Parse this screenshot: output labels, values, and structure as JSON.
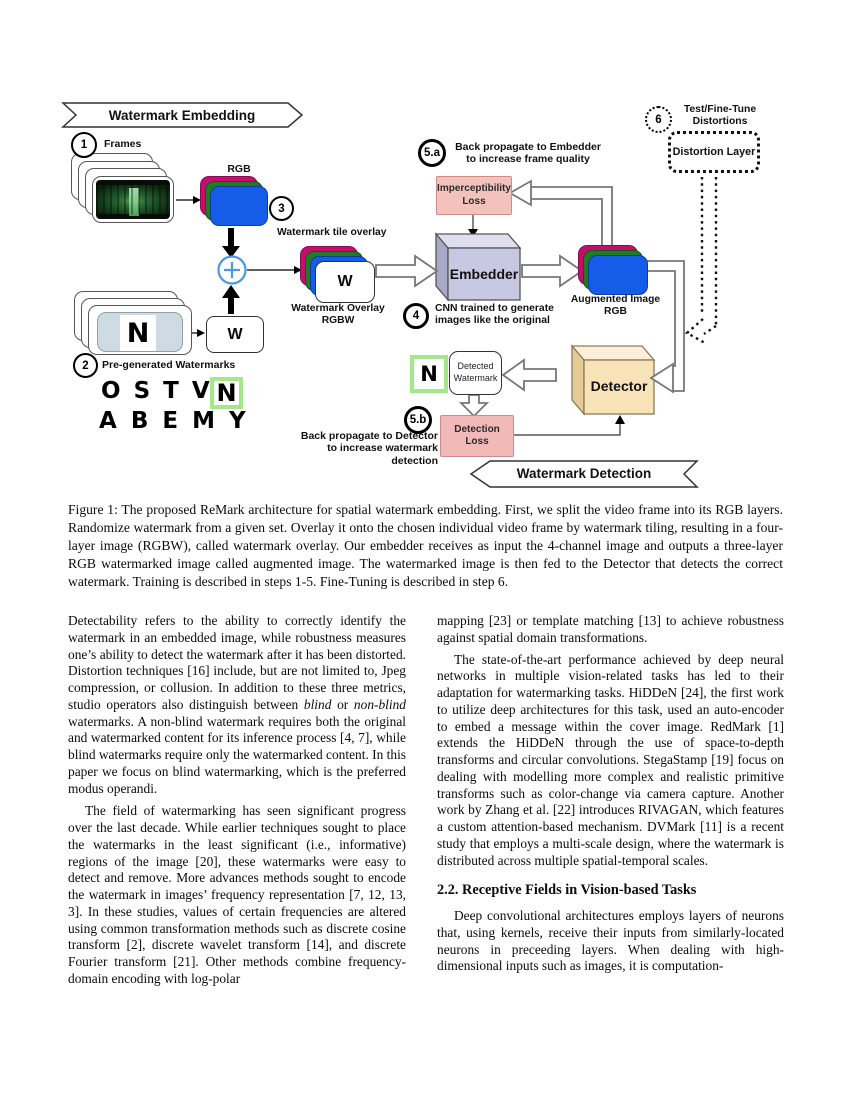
{
  "figure": {
    "banner_embedding": "Watermark Embedding",
    "banner_detection": "Watermark Detection",
    "step1": {
      "num": "1",
      "label": "Frames"
    },
    "step2": {
      "num": "2",
      "label": "Pre-generated Watermarks"
    },
    "step3": {
      "num": "3",
      "label": "Watermark tile overlay"
    },
    "step4": {
      "num": "4",
      "label_l1": "CNN trained to generate",
      "label_l2": "images like the original"
    },
    "step5a": {
      "num": "5.a",
      "label_l1": "Back propagate to Embedder",
      "label_l2": "to increase frame quality"
    },
    "step5b": {
      "num": "5.b",
      "label_l1": "Back propagate to Detector",
      "label_l2": "to increase watermark detection"
    },
    "step6": {
      "num": "6",
      "label_l1": "Test/Fine-Tune",
      "label_l2": "Distortions"
    },
    "rgb_label": "RGB",
    "w_overlay_tile": "W",
    "w_single": "W",
    "overlay_label_l1": "Watermark Overlay",
    "overlay_label_l2": "RGBW",
    "augmented_l1": "Augmented Image",
    "augmented_l2": "RGB",
    "embedder": "Embedder",
    "detector": "Detector",
    "imperceptibility_l1": "Imperceptibility",
    "imperceptibility_l2": "Loss",
    "detection_l1": "Detection",
    "detection_l2": "Loss",
    "detected_l1": "Detected",
    "detected_l2": "Watermark",
    "distortion_layer": "Distortion Layer",
    "watermark_glyph": "N",
    "detected_glyph": "N",
    "letters": {
      "r1": [
        "O",
        "S",
        "T",
        "V"
      ],
      "r1_highlight": "N",
      "r2": [
        "A",
        "B",
        "E",
        "M",
        "Y"
      ]
    },
    "colors": {
      "magenta": "#C40E6E",
      "green": "#237A23",
      "blue": "#155CE8",
      "embedder_front": "#C8C8E2",
      "detector_front": "#F8E2B8",
      "loss_pink": "#F4C2BD",
      "highlight_green": "#A5E88A",
      "watermark_card": "#CFDBE3",
      "plus_blue": "#4A97E4"
    }
  },
  "caption": "Figure 1: The proposed ReMark architecture for spatial watermark embedding. First, we split the video frame into its RGB layers.  Randomize watermark from a given set.  Overlay it onto the chosen individual video frame by watermark tiling, resulting in a four-layer image (RGBW), called watermark overlay. Our embedder receives as input the 4-channel image and outputs a three-layer RGB watermarked image called augmented image. The watermarked image is then fed to the Detector that detects the correct watermark. Training is described in steps 1-5. Fine-Tuning is described in step 6.",
  "body": {
    "left_p1": [
      {
        "t": "Detectability refers to the ability to correctly identify the watermark in an embedded image, while robustness measures one’s ability to detect the watermark after it has been distorted.  Distortion techniques [16] include, but are not limited to, Jpeg compression, or collusion.  In addition to these three metrics, studio operators also distinguish between "
      },
      {
        "t": "blind",
        "i": true
      },
      {
        "t": " or "
      },
      {
        "t": "non-blind",
        "i": true
      },
      {
        "t": " watermarks.  A non-blind watermark requires both the original and watermarked content for its inference process [4, 7], while blind watermarks require only the watermarked content.  In this paper we focus on blind watermarking, which is the preferred modus operandi."
      }
    ],
    "left_p2": [
      {
        "t": "The field of watermarking has seen significant progress over the last decade.  While earlier techniques sought to place the watermarks in the least significant (i.e., informative) regions of the image [20], these watermarks were easy to detect and remove. More advances methods sought to encode the watermark in images’ frequency representation [7, 12, 13, 3].  In these studies, values of certain frequencies are altered using common transformation methods such as discrete cosine transform [2], discrete wavelet transform [14], and discrete Fourier transform  [21]. Other methods combine frequency-domain encoding with log-polar"
      }
    ],
    "right_p1": [
      {
        "t": "mapping [23] or template matching [13] to achieve robustness against spatial domain transformations."
      }
    ],
    "right_p2": [
      {
        "t": "The state-of-the-art performance achieved by deep neural networks in multiple vision-related tasks has led to their adaptation for watermarking tasks.  HiDDeN [24], the first work to utilize deep architectures for this task, used an auto-encoder to embed a message within the cover image.  RedMark  [1] extends the HiDDeN through the use of space-to-depth transforms and circular convolutions.  StegaStamp [19] focus on dealing with modelling more complex and realistic primitive transforms such as color-change via camera capture.  Another work by Zhang et al. [22] introduces RIVAGAN, which features a custom attention-based mechanism.  DVMark [11] is a recent study that employs a multi-scale design, where the watermark is distributed across multiple spatial-temporal scales."
      }
    ],
    "section_heading": "2.2. Receptive Fields in Vision-based Tasks",
    "right_p3": [
      {
        "t": "Deep convolutional architectures employs layers of neurons that, using kernels, receive their inputs from similarly-located neurons in preceeding layers.  When dealing with high-dimensional inputs such as images, it is computation-"
      }
    ]
  }
}
